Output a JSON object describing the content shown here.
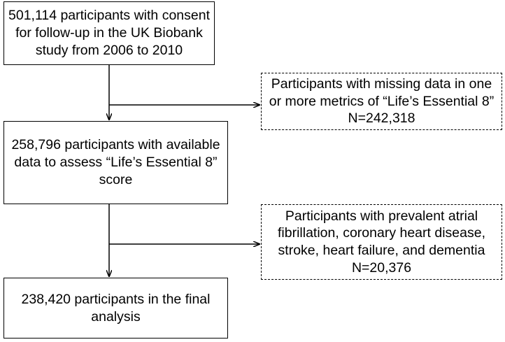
{
  "boxes": {
    "enrolled": "501,114 participants with consent\nfor follow-up in the UK Biobank\nstudy from 2006 to 2010",
    "excluded_missing": "Participants with missing data in one\nor more metrics of “Life’s Essential 8”\nN=242,318",
    "available": "258,796 participants with available\ndata to assess “Life’s Essential 8”\nscore",
    "excluded_prevalent": "Participants with prevalent atrial\nfibrillation, coronary heart disease,\nstroke, heart failure, and dementia\nN=20,376",
    "final": "238,420 participants in the final\nanalysis"
  },
  "colors": {
    "line": "#000000",
    "background": "#ffffff"
  }
}
